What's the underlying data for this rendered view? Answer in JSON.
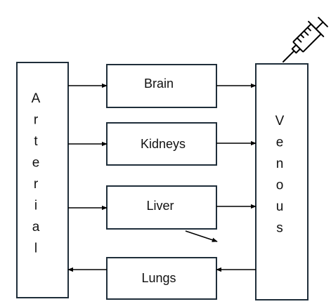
{
  "nodes": {
    "arterial": {
      "label": "Arterial"
    },
    "venous": {
      "label": "Venous"
    },
    "brain": {
      "label": "Brain"
    },
    "kidneys": {
      "label": "Kidneys"
    },
    "liver": {
      "label": "Liver"
    },
    "lungs": {
      "label": "Lungs"
    }
  },
  "edges": [
    {
      "from": "arterial",
      "to": "brain"
    },
    {
      "from": "arterial",
      "to": "kidneys"
    },
    {
      "from": "arterial",
      "to": "liver"
    },
    {
      "from": "brain",
      "to": "venous"
    },
    {
      "from": "kidneys",
      "to": "venous"
    },
    {
      "from": "liver",
      "to": "venous"
    },
    {
      "from": "venous",
      "to": "lungs"
    },
    {
      "from": "lungs",
      "to": "arterial"
    }
  ],
  "icons": {
    "injection": "syringe-icon",
    "elimination": "elimination-arrow"
  },
  "colors": {
    "box_stroke": "#1f2e3a",
    "arrow": "#000000",
    "text": "#111111"
  }
}
